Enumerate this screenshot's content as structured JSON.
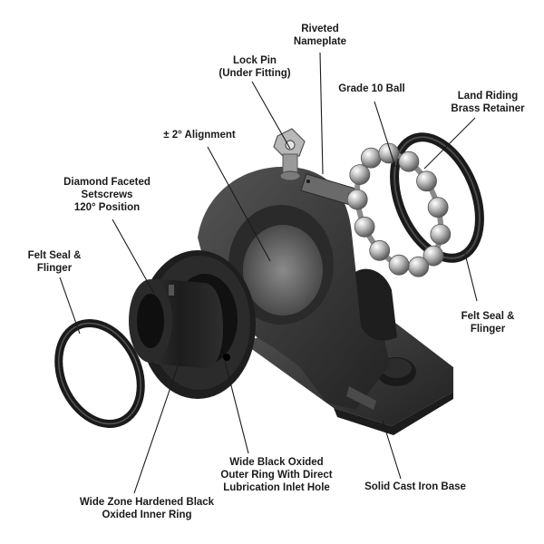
{
  "labels": {
    "riveted_nameplate": [
      "Riveted",
      "Nameplate"
    ],
    "lock_pin": [
      "Lock Pin",
      "(Under Fitting)"
    ],
    "grade_10_ball": [
      "Grade 10 Ball"
    ],
    "land_riding_retainer": [
      "Land Riding",
      "Brass Retainer"
    ],
    "alignment": [
      "± 2° Alignment"
    ],
    "diamond_setscrews": [
      "Diamond Faceted",
      "Setscrews",
      "120° Position"
    ],
    "felt_seal_left": [
      "Felt Seal &",
      "Flinger"
    ],
    "felt_seal_right": [
      "Felt Seal &",
      "Flinger"
    ],
    "outer_ring": [
      "Wide Black Oxided",
      "Outer Ring With Direct",
      "Lubrication Inlet Hole"
    ],
    "inner_ring": [
      "Wide Zone Hardened Black",
      "Oxided Inner Ring"
    ],
    "base": [
      "Solid Cast Iron Base"
    ]
  },
  "colors": {
    "housing": "#3b3b3b",
    "housing_dark": "#232323",
    "ball": "#c9c9c9",
    "text": "#1a1a1a"
  }
}
